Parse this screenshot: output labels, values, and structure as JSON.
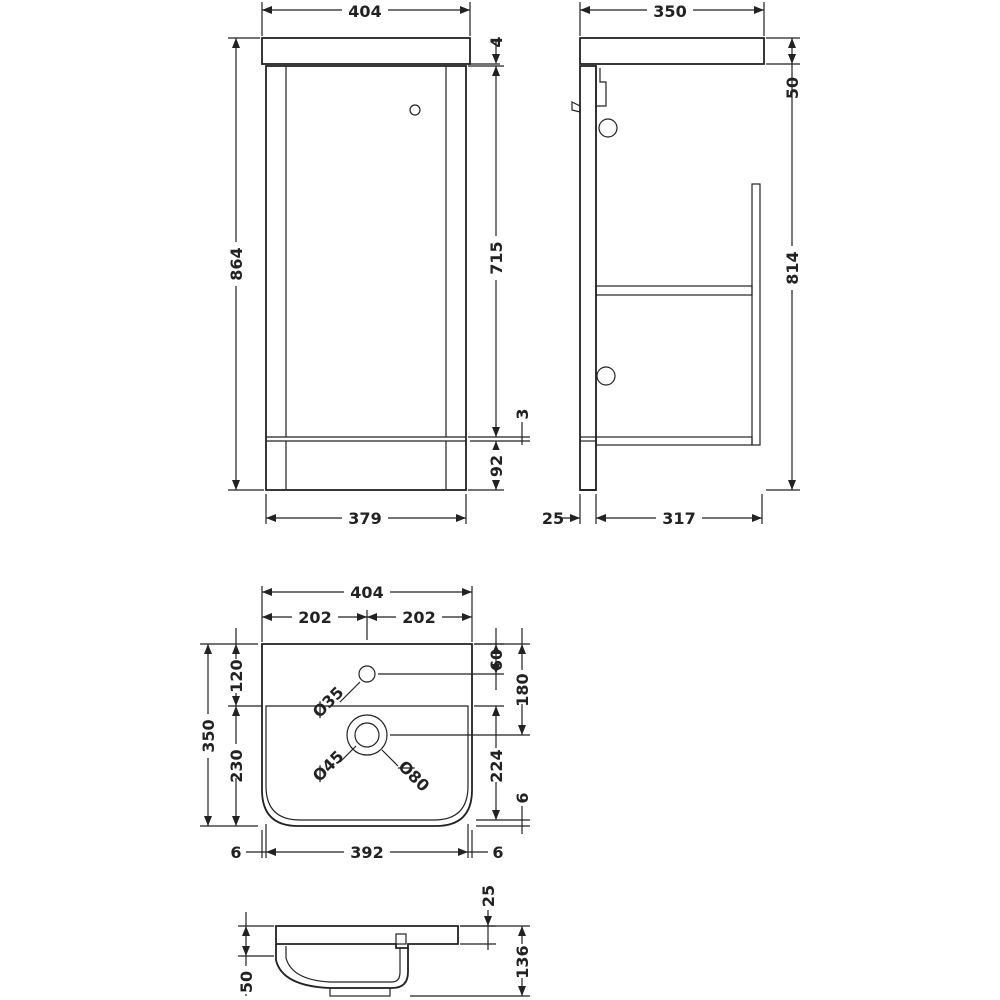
{
  "front_view": {
    "width_top": "404",
    "width_bottom": "379",
    "height_total": "864",
    "height_door": "715",
    "gap_top": "4",
    "gap_bottom": "3",
    "plinth_height": "92"
  },
  "side_view": {
    "depth_top": "350",
    "top_thickness": "50",
    "height_body": "814",
    "recess_depth": "25",
    "body_depth": "317"
  },
  "plan_view": {
    "width_total": "404",
    "width_half_left": "202",
    "width_half_right": "202",
    "depth_total": "350",
    "depth_back": "120",
    "depth_front": "230",
    "tap_hole_offset": "60",
    "waste_offset": "180",
    "bowl_depth": "224",
    "front_gap": "6",
    "bowl_width": "392",
    "side_gap_left": "6",
    "side_gap_right": "6",
    "tap_hole_dia": "Ø35",
    "waste_dia_inner": "Ø45",
    "waste_dia_outer": "Ø80"
  },
  "section_view": {
    "rim_thickness": "25",
    "bowl_height": "136",
    "overhang": "50"
  }
}
